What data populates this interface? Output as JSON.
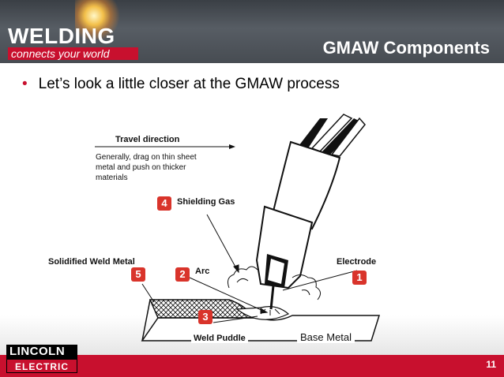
{
  "header": {
    "logo_main": "WELDING",
    "logo_sub": "connects your world",
    "title": "GMAW Components"
  },
  "bullet": "Let’s look a little closer at the GMAW process",
  "diagram": {
    "travel_direction": "Travel direction",
    "travel_note": "Generally, drag on thin sheet metal and push on thicker materials",
    "shielding_gas": "Shielding Gas",
    "arc": "Arc",
    "electrode": "Electrode",
    "solidified_weld_metal": "Solidified Weld Metal",
    "weld_puddle": "Weld Puddle",
    "base_metal": "Base Metal",
    "badges": {
      "b1": "1",
      "b2": "2",
      "b3": "3",
      "b4": "4",
      "b5": "5"
    }
  },
  "footer": {
    "brand_top": "LINCOLN",
    "brand_bottom": "ELECTRIC",
    "page_number": "11"
  },
  "colors": {
    "accent": "#c8102e",
    "badge": "#d9342b"
  }
}
